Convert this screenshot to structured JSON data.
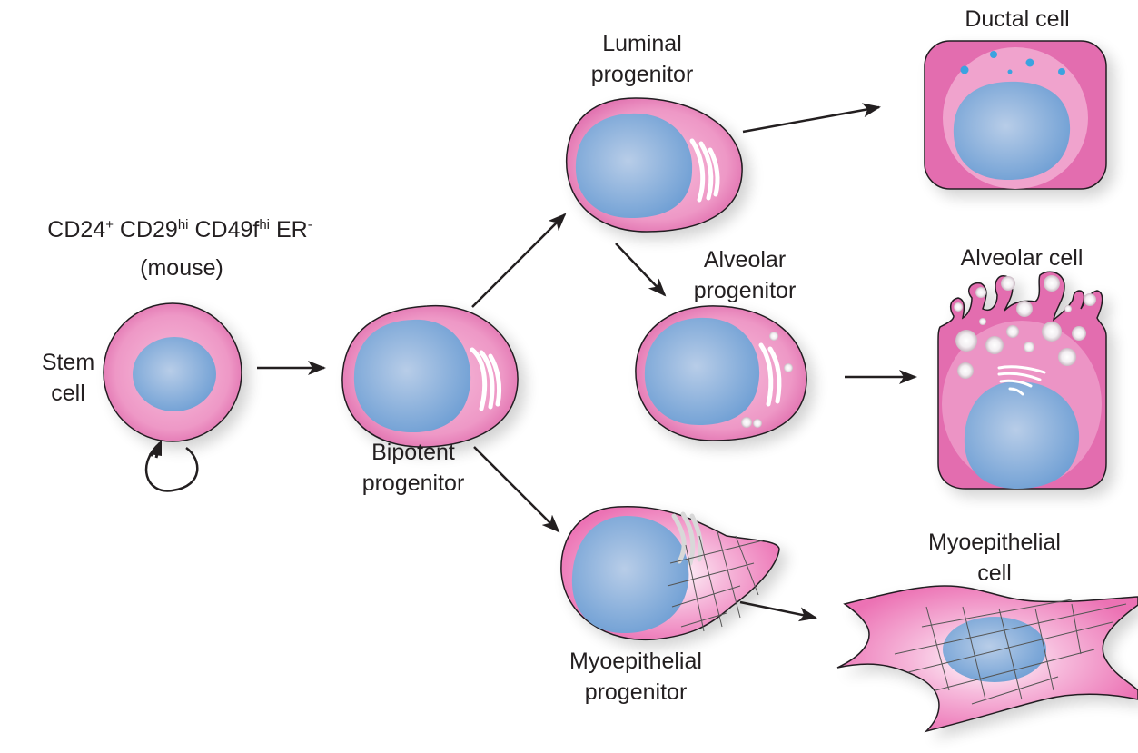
{
  "diagram": {
    "type": "cell-lineage",
    "colors": {
      "cytoplasm": "#e77cb7",
      "cytoplasm_light": "#f2a7d0",
      "nucleus": "#7fa8d8",
      "nucleus_light": "#b3c8e6",
      "outline": "#231f20",
      "granule_blue": "#3ba3e0",
      "arrow": "#231f20"
    },
    "stem_marker": {
      "parts": [
        {
          "base": "CD24",
          "sup": "+"
        },
        {
          "base": " CD29",
          "sup": "hi"
        },
        {
          "base": " CD49f",
          "sup": "hi"
        },
        {
          "base": " ER",
          "sup": "-"
        }
      ],
      "species": "(mouse)"
    },
    "nodes": [
      {
        "id": "stem",
        "line1": "Stem",
        "line2": "cell"
      },
      {
        "id": "bipotent",
        "line1": "Bipotent",
        "line2": "progenitor"
      },
      {
        "id": "luminal",
        "line1": "Luminal",
        "line2": "progenitor"
      },
      {
        "id": "alveolar-prog",
        "line1": "Alveolar",
        "line2": "progenitor"
      },
      {
        "id": "myo-prog",
        "line1": "Myoepithelial",
        "line2": "progenitor"
      },
      {
        "id": "ductal",
        "line1": "Ductal cell"
      },
      {
        "id": "alveolar",
        "line1": "Alveolar cell"
      },
      {
        "id": "myo",
        "line1": "Myoepithelial",
        "line2": "cell"
      }
    ],
    "edges": [
      {
        "from": "stem",
        "to": "stem",
        "kind": "self-renewal"
      },
      {
        "from": "stem",
        "to": "bipotent"
      },
      {
        "from": "bipotent",
        "to": "luminal"
      },
      {
        "from": "bipotent",
        "to": "myo-prog"
      },
      {
        "from": "luminal",
        "to": "alveolar-prog"
      },
      {
        "from": "luminal",
        "to": "ductal"
      },
      {
        "from": "alveolar-prog",
        "to": "alveolar"
      },
      {
        "from": "myo-prog",
        "to": "myo"
      }
    ]
  }
}
